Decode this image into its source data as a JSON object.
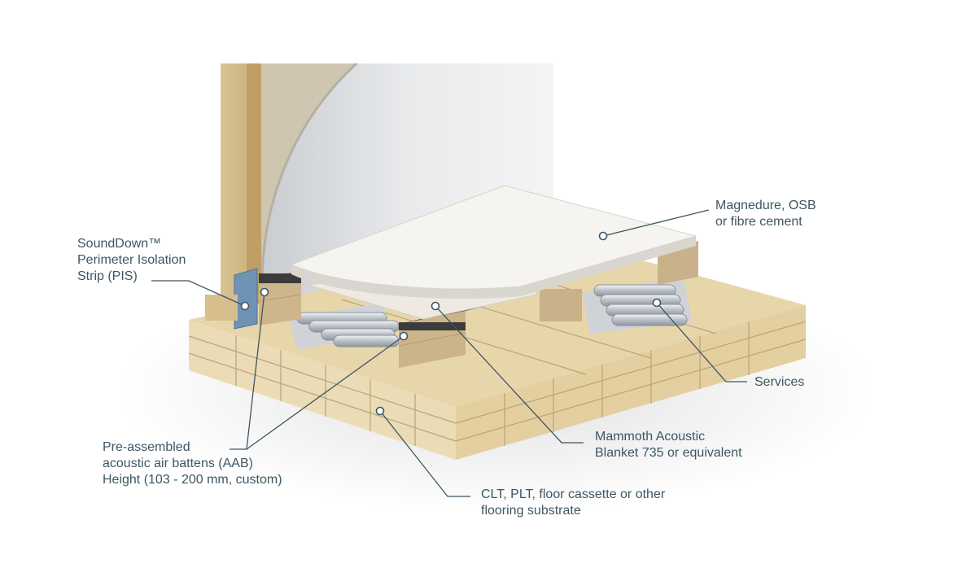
{
  "labels": {
    "pis": [
      "SoundDown™",
      "Perimeter Isolation",
      "Strip (PIS)"
    ],
    "board": [
      "Magnedure, OSB",
      "or fibre cement"
    ],
    "services": [
      "Services"
    ],
    "blanket": [
      "Mammoth Acoustic",
      "Blanket 735 or equivalent"
    ],
    "aab": [
      "Pre-assembled",
      "acoustic air battens (AAB)",
      "Height (103 - 200 mm, custom)"
    ],
    "substrate": [
      "CLT, PLT, floor cassette or other",
      "flooring substrate"
    ]
  },
  "colors": {
    "leader": "#3e5563",
    "wall": "#e4e6e8",
    "timber": "#d8c49c",
    "board": "#f4f3ef",
    "pis_strip": "#6f93b5"
  }
}
